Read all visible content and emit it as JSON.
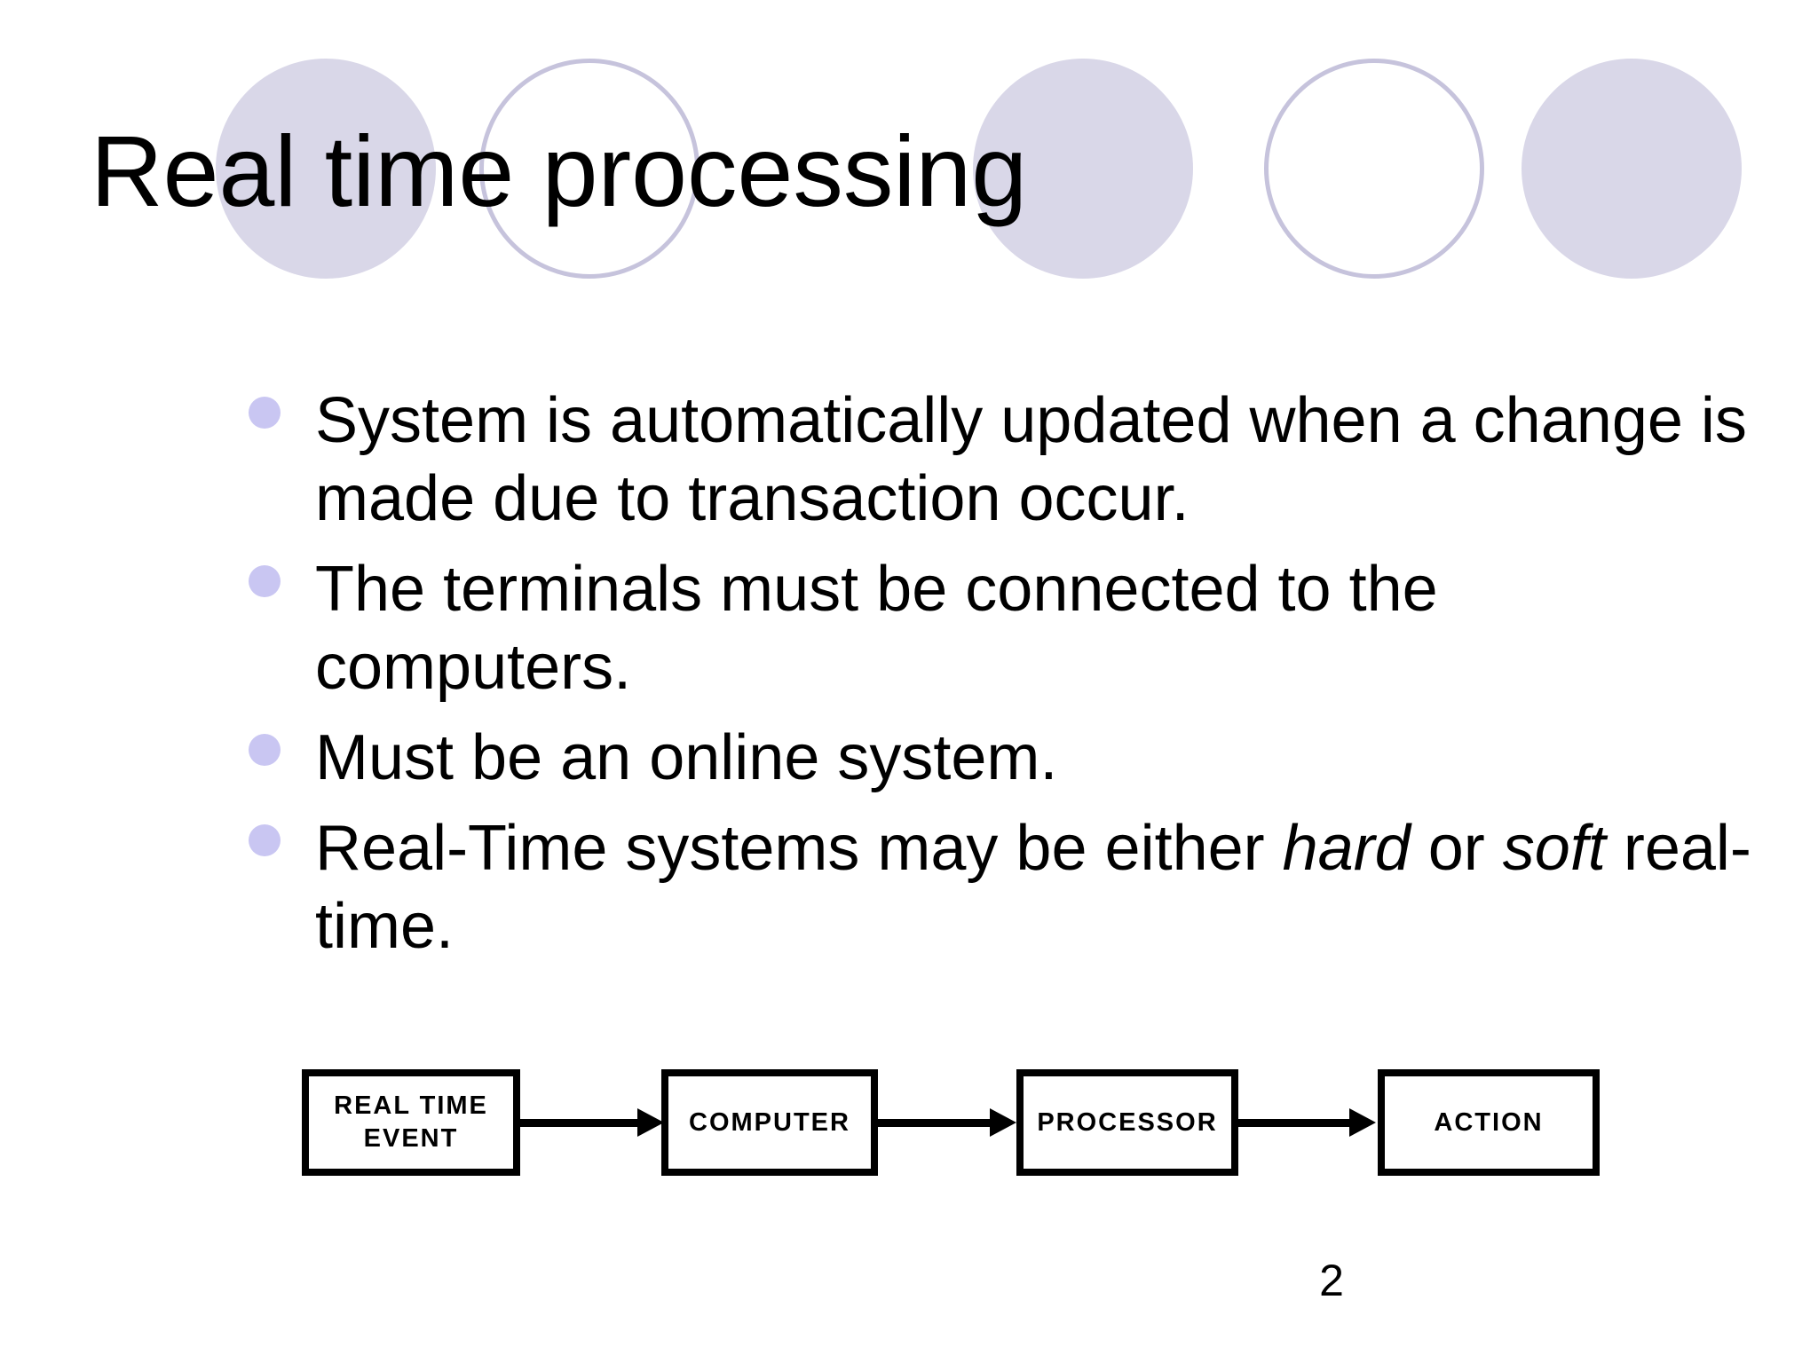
{
  "slide": {
    "title": "Real time processing",
    "page_number": "2"
  },
  "bullets": [
    {
      "text": "System is automatically updated when a change is made due to transaction occur."
    },
    {
      "text": "The terminals must be connected to the computers."
    },
    {
      "text": "Must be an online system."
    },
    {
      "segments": {
        "pre": "Real-Time systems may be either ",
        "em1": "hard",
        "mid": " or ",
        "em2": "soft",
        "post": " real-time."
      }
    }
  ],
  "diagram": {
    "nodes": [
      "REAL TIME EVENT",
      "COMPUTER",
      "PROCESSOR",
      "ACTION"
    ],
    "flow_direction": "left-to-right"
  },
  "icons": {
    "bullet": "filled-circle",
    "arrow": "right-arrow"
  },
  "colors": {
    "background": "#ffffff",
    "text": "#000000",
    "circle_fill": "#d9d7e8",
    "circle_outline": "#c6c3dc",
    "bullet_dot": "#c9c6f2",
    "diagram_border": "#000000"
  }
}
